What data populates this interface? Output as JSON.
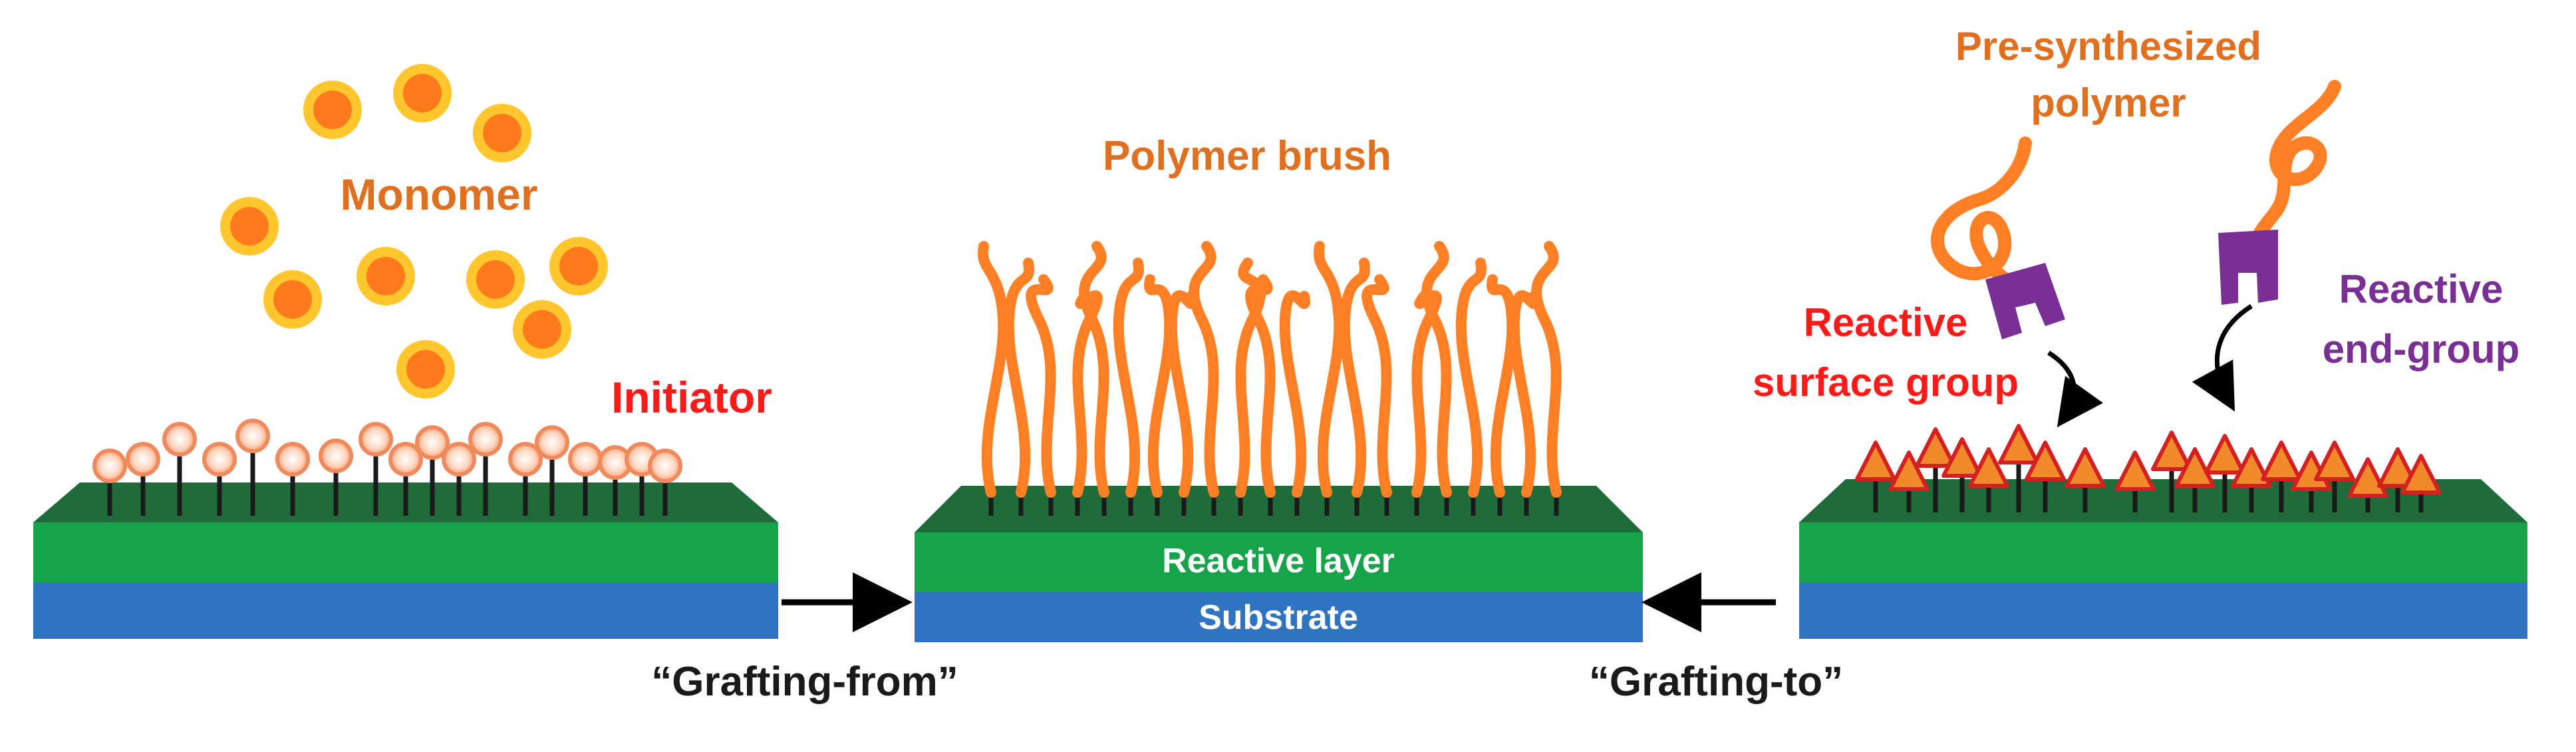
{
  "labels": {
    "monomer": "Monomer",
    "initiator": "Initiator",
    "polymer_brush": "Polymer brush",
    "pre_synthesized_line1": "Pre-synthesized",
    "pre_synthesized_line2": "polymer",
    "reactive_surface_line1": "Reactive",
    "reactive_surface_line2": "surface group",
    "reactive_end_line1": "Reactive",
    "reactive_end_line2": "end-group",
    "reactive_layer": "Reactive layer",
    "substrate": "Substrate",
    "grafting_from": "“Grafting-from”",
    "grafting_to": "“Grafting-to”"
  },
  "colors": {
    "orange_label": "#e07020",
    "red_label": "#ff1a1a",
    "purple": "#7a2f94",
    "dark_text": "#1a1a1a",
    "white_text": "#ffffff",
    "green_top": "#1f6b3a",
    "green_layer": "#17a34a",
    "blue_substrate": "#2f74c0",
    "polymer_orange": "#ff7f24",
    "monomer_outer": "#ffc62e",
    "monomer_inner": "#ff7a1c",
    "triangle_fill": "#f08a2a",
    "triangle_stroke": "#d42020"
  }
}
